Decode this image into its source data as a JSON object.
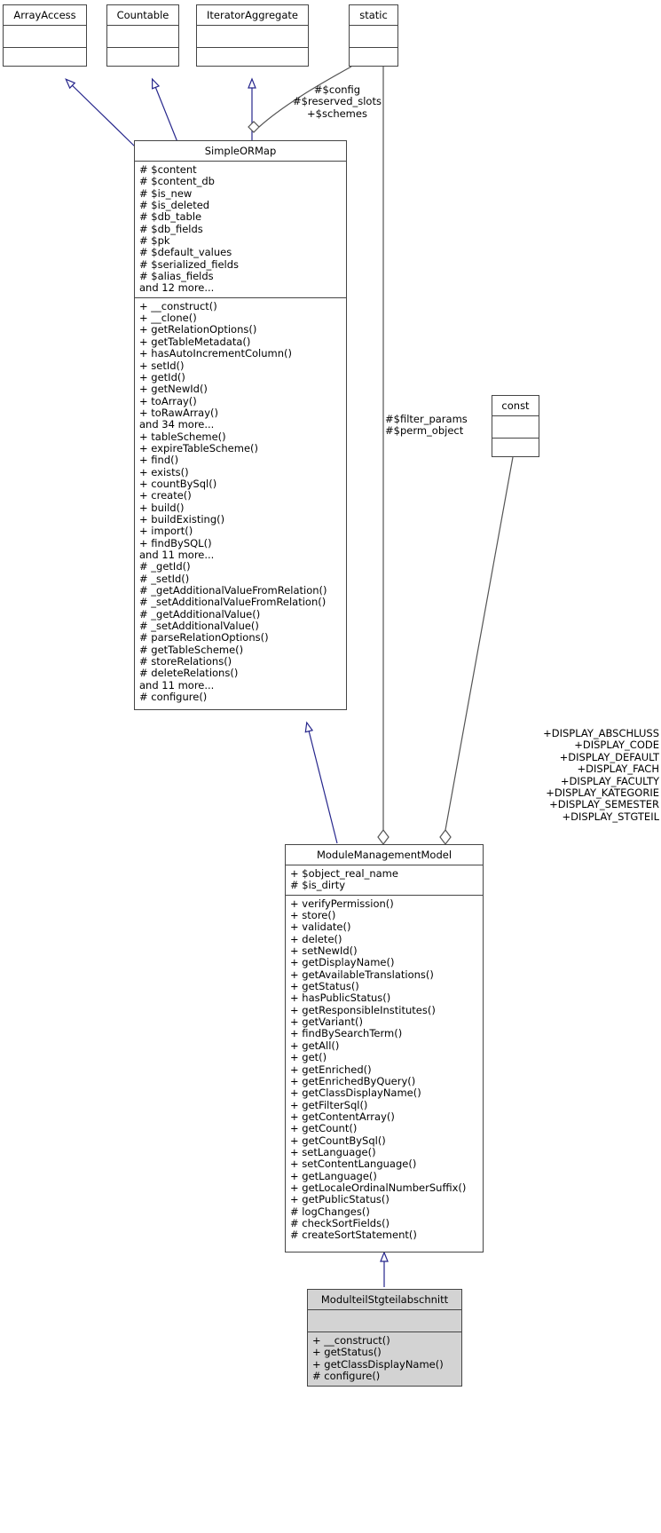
{
  "diagram": {
    "kind": "uml-class-diagram",
    "colors": {
      "inheritance_stroke": "#26268c",
      "association_stroke": "#545454",
      "box_border": "#454545",
      "box_fill": "#ffffff",
      "highlight_fill": "#d3d3d3",
      "text": "#000000"
    }
  },
  "classes": {
    "array_access": {
      "name": "ArrayAccess",
      "attributes": [],
      "methods": []
    },
    "countable": {
      "name": "Countable",
      "attributes": [],
      "methods": []
    },
    "iterator_aggregate": {
      "name": "IteratorAggregate",
      "attributes": [],
      "methods": []
    },
    "static": {
      "name": "static",
      "attributes": [],
      "methods": []
    },
    "const": {
      "name": "const",
      "attributes": [],
      "methods": []
    },
    "simple_ormap": {
      "name": "SimpleORMap",
      "attributes": [
        "# $content",
        "# $content_db",
        "# $is_new",
        "# $is_deleted",
        "# $db_table",
        "# $db_fields",
        "# $pk",
        "# $default_values",
        "# $serialized_fields",
        "# $alias_fields",
        "and 12 more..."
      ],
      "methods": [
        "+ __construct()",
        "+ __clone()",
        "+ getRelationOptions()",
        "+ getTableMetadata()",
        "+ hasAutoIncrementColumn()",
        "+ setId()",
        "+ getId()",
        "+ getNewId()",
        "+ toArray()",
        "+ toRawArray()",
        "and 34 more...",
        "+ tableScheme()",
        "+ expireTableScheme()",
        "+ find()",
        "+ exists()",
        "+ countBySql()",
        "+ create()",
        "+ build()",
        "+ buildExisting()",
        "+ import()",
        "+ findBySQL()",
        "and 11 more...",
        "# _getId()",
        "# _setId()",
        "# _getAdditionalValueFromRelation()",
        "# _setAdditionalValueFromRelation()",
        "# _getAdditionalValue()",
        "# _setAdditionalValue()",
        "# parseRelationOptions()",
        "# getTableScheme()",
        "# storeRelations()",
        "# deleteRelations()",
        "and 11 more...",
        "# configure()"
      ]
    },
    "module_management_model": {
      "name": "ModuleManagementModel",
      "attributes": [
        "+ $object_real_name",
        "# $is_dirty"
      ],
      "methods": [
        "+ verifyPermission()",
        "+ store()",
        "+ validate()",
        "+ delete()",
        "+ setNewId()",
        "+ getDisplayName()",
        "+ getAvailableTranslations()",
        "+ getStatus()",
        "+ hasPublicStatus()",
        "+ getResponsibleInstitutes()",
        "+ getVariant()",
        "+ findBySearchTerm()",
        "+ getAll()",
        "+ get()",
        "+ getEnriched()",
        "+ getEnrichedByQuery()",
        "+ getClassDisplayName()",
        "+ getFilterSql()",
        "+ getContentArray()",
        "+ getCount()",
        "+ getCountBySql()",
        "+ setLanguage()",
        "+ setContentLanguage()",
        "+ getLanguage()",
        "+ getLocaleOrdinalNumberSuffix()",
        "+ getPublicStatus()",
        "# logChanges()",
        "# checkSortFields()",
        "# createSortStatement()"
      ]
    },
    "modulteil_stgteilabschnitt": {
      "name": "ModulteilStgteilabschnitt",
      "attributes": [],
      "methods": [
        "+ __construct()",
        "+ getStatus()",
        "+ getClassDisplayName()",
        "# configure()"
      ]
    }
  },
  "edge_labels": {
    "static_to_simple_ormap": "#$config\n#$reserved_slots\n+$schemes",
    "static_to_simple_ormap_lines": [
      "#$config",
      "#$reserved_slots",
      "+$schemes"
    ],
    "static_to_module_lines": [
      "#$filter_params",
      "#$perm_object"
    ],
    "const_to_module_lines": [
      "+DISPLAY_ABSCHLUSS",
      "+DISPLAY_CODE",
      "+DISPLAY_DEFAULT",
      "+DISPLAY_FACH",
      "+DISPLAY_FACULTY",
      "+DISPLAY_KATEGORIE",
      "+DISPLAY_SEMESTER",
      "+DISPLAY_STGTEIL"
    ]
  }
}
